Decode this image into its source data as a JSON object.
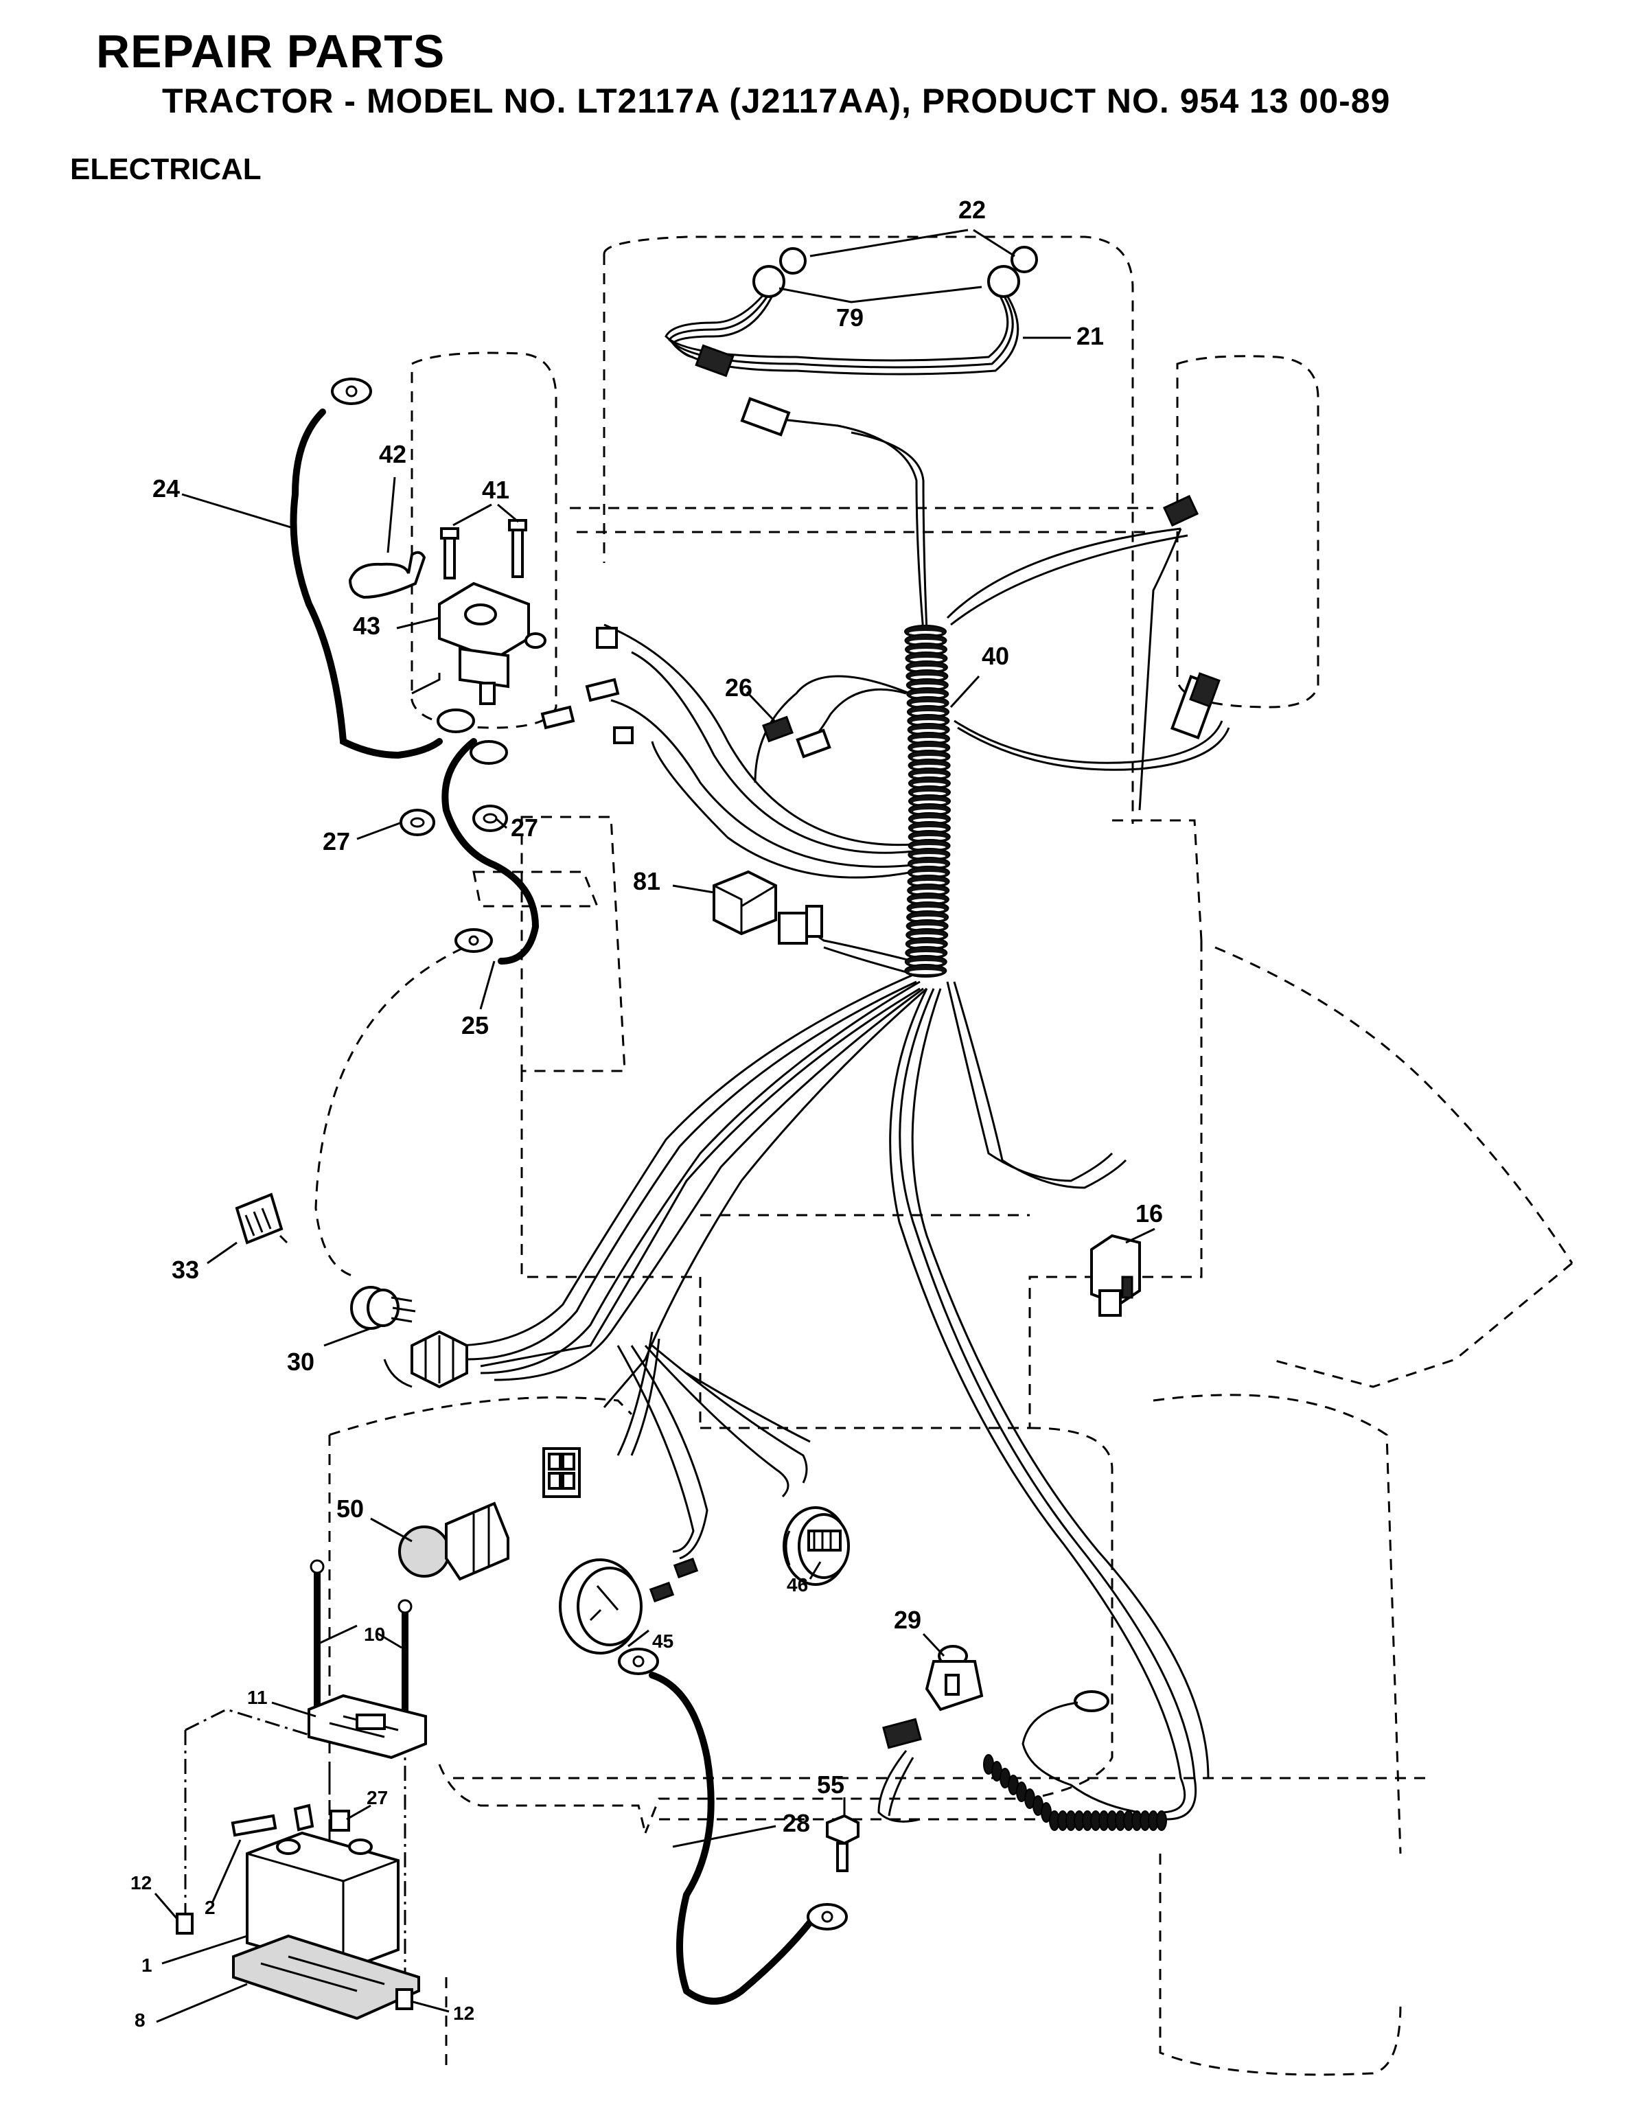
{
  "header": {
    "title": "REPAIR PARTS",
    "subtitle": "TRACTOR - MODEL NO. LT2117A (J2117AA),  PRODUCT NO. 954 13 00-89",
    "section": "ELECTRICAL"
  },
  "callouts": {
    "c22": "22",
    "c79": "79",
    "c21": "21",
    "c42": "42",
    "c41": "41",
    "c24": "24",
    "c43": "43",
    "c40": "40",
    "c26": "26",
    "c27a": "27",
    "c27b": "27",
    "c81": "81",
    "c25": "25",
    "c16": "16",
    "c33": "33",
    "c30": "30",
    "c50": "50",
    "c10": "10",
    "c11": "11",
    "c46": "46",
    "c45": "45",
    "c29": "29",
    "c27c": "27",
    "c55": "55",
    "c28": "28",
    "c12a": "12",
    "c2": "2",
    "c1": "1",
    "c8": "8",
    "c12b": "12"
  }
}
